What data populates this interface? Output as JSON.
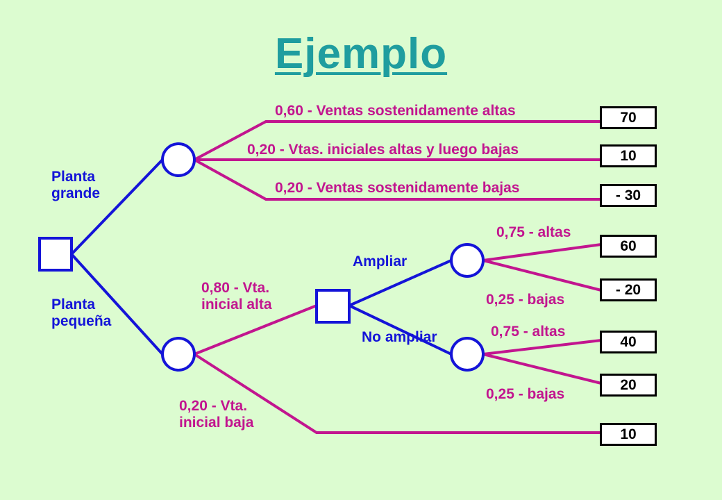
{
  "title": "Ejemplo",
  "colors": {
    "background": "#dcfcd0",
    "title": "#1f9d9f",
    "decision_branch": "#1414d8",
    "chance_branch": "#c2158f"
  },
  "decisions": {
    "planta_grande": "Planta grande",
    "planta_pequena": "Planta pequeña",
    "ampliar": "Ampliar",
    "no_ampliar": "No ampliar"
  },
  "branches": {
    "ventas_altas": "0,60 - Ventas sostenidamente altas",
    "vtas_altas_bajas": "0,20 - Vtas. iniciales altas y luego bajas",
    "ventas_bajas": "0,20 - Ventas sostenidamente bajas",
    "vta_inicial_alta": "0,80 - Vta. inicial alta",
    "vta_inicial_baja": "0,20 - Vta. inicial baja",
    "ampliar_altas": "0,75 - altas",
    "ampliar_bajas": "0,25 - bajas",
    "no_ampliar_altas": "0,75 - altas",
    "no_ampliar_bajas": "0,25 - bajas"
  },
  "payoffs": [
    "70",
    "10",
    "- 30",
    "60",
    "- 20",
    "40",
    "20",
    "10"
  ]
}
